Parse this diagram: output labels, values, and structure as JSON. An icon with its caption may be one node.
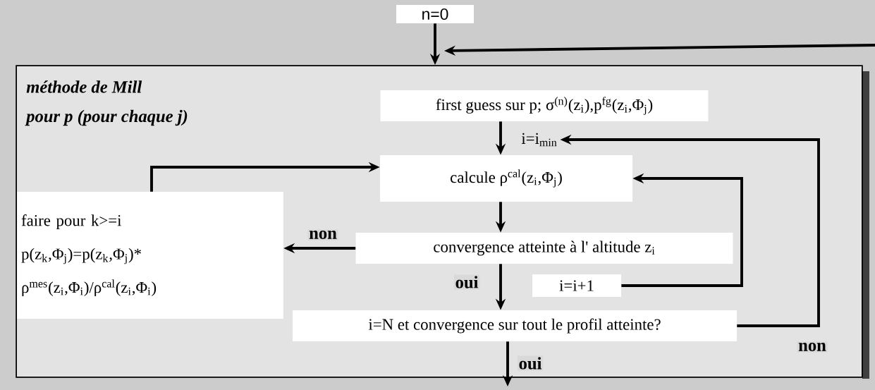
{
  "diagram": {
    "nodes": [
      {
        "text": [
          "méthode de Mill",
          "pour p (pour chaque j)"
        ]
      },
      {
        "text": [
          "n=0"
        ]
      },
      {
        "text": [
          "first guess sur p; σ$^{(n)}$(z$_{i}$),p$^{fg}$(z$_{i}$,Φ$_{j}$)"
        ],
        "in": 0
      },
      {
        "text": [
          "i=i$_{min}$"
        ],
        "in": 0
      },
      {
        "text": [
          "calcule ρ$^{cal}$(z$_{i}$,Φ$_{j}$)"
        ],
        "in": 0
      },
      {
        "text": [
          "convergence atteinte à l' altitude z$_{i}$"
        ],
        "in": 0
      },
      {
        "text": [
          "i=i+1"
        ],
        "in": 0
      },
      {
        "text": [
          "i=N et convergence sur tout le profil atteinte?"
        ],
        "in": 0
      },
      {
        "text": [
          "faire pour k>=i",
          "p(z$_{k}$,Φ$_{j}$)=p(z$_{k}$,Φ$_{j}$)*",
          "ρ$^{mes}$(z$_{i}$,Φ$_{i}$)/ρ$^{cal}$(z$_{i}$,Φ$_{i}$)"
        ],
        "in": 0
      }
    ],
    "edges": [
      {
        "from": 1,
        "to": 0,
        "arrow": "to"
      },
      {
        "from": null,
        "to": 0,
        "arrow": "to"
      },
      {
        "from": 2,
        "to": 4,
        "arrow": "to"
      },
      {
        "from": 4,
        "to": 5,
        "arrow": "to"
      },
      {
        "from": 5,
        "to": 8,
        "arrow": "to",
        "label": "non"
      },
      {
        "from": 5,
        "to": 7,
        "arrow": "to",
        "label": "oui"
      },
      {
        "from": 6,
        "to": 4,
        "arrow": "to"
      },
      {
        "from": 7,
        "to": 3,
        "arrow": "to",
        "label": "non"
      },
      {
        "from": 8,
        "to": 4,
        "arrow": "to"
      },
      {
        "from": 7,
        "to": null,
        "arrow": "to",
        "label": "oui"
      }
    ]
  }
}
